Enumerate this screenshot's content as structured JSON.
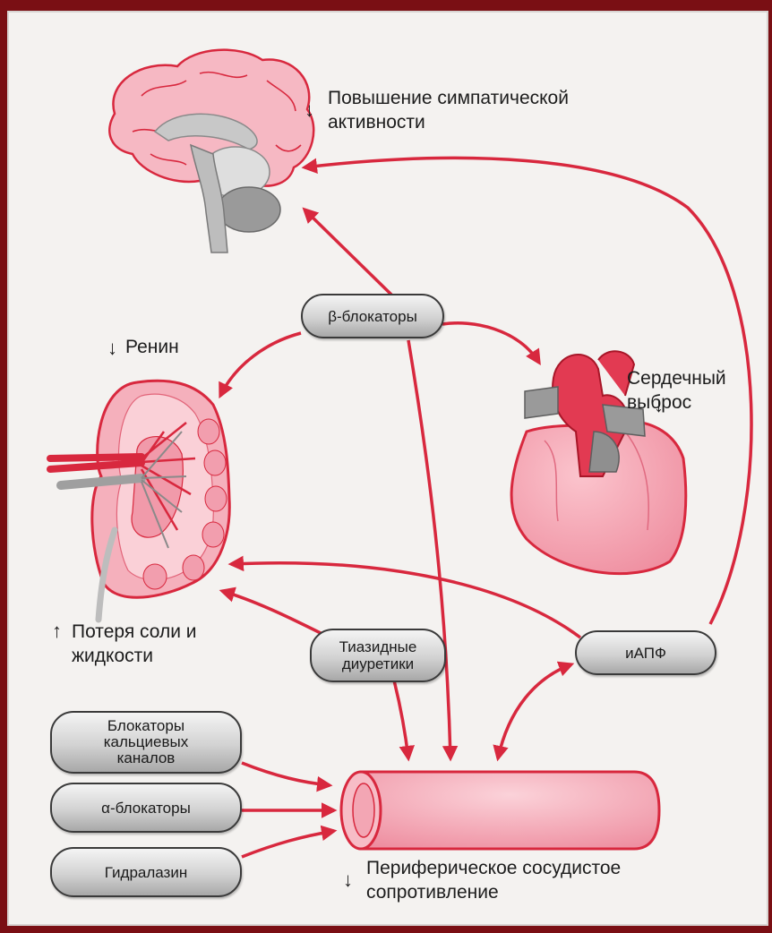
{
  "labels": {
    "sympathetic": "Повышение симпатической\nактивности",
    "renin": "Ренин",
    "cardiac_output": "Сердечный\nвыброс",
    "salt_loss": "Потеря соли и\nжидкости",
    "resistance": "Периферическое сосудистое\nсопротивление"
  },
  "drugs": {
    "beta_blockers": "β-блокаторы",
    "thiazides": "Тиазидные\nдиуретики",
    "ace_inhibitors": "иАПФ",
    "ccb": "Блокаторы\nкальциевых\nканалов",
    "alpha_blockers": "α-блокаторы",
    "hydralazine": "Гидралазин"
  },
  "indicators": {
    "down": "↓",
    "up": "↑"
  },
  "colors": {
    "arrow": "#d8283e",
    "organ_fill": "#f2a7b4",
    "organ_light": "#f9ccd4",
    "organ_stroke": "#d8283e",
    "gray_structure": "#9a9a9a",
    "background": "#f4f2f0",
    "outer_frame": "#7a0f14"
  },
  "icons": [
    "brain-illustration",
    "kidney-illustration",
    "heart-illustration",
    "blood-vessel-illustration"
  ]
}
